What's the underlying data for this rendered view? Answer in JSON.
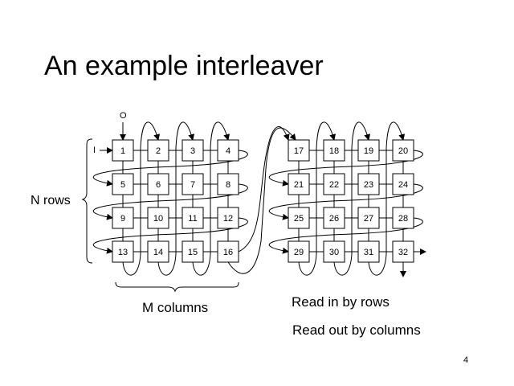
{
  "slide": {
    "title": "An example interleaver",
    "page_number": "4"
  },
  "labels": {
    "output": "O",
    "input": "I",
    "n_rows": "N rows",
    "m_columns": "M columns",
    "read_in": "Read in by rows",
    "read_out": "Read out by columns"
  },
  "grids": [
    {
      "name": "first-block",
      "rows": [
        [
          "1",
          "2",
          "3",
          "4"
        ],
        [
          "5",
          "6",
          "7",
          "8"
        ],
        [
          "9",
          "10",
          "11",
          "12"
        ],
        [
          "13",
          "14",
          "15",
          "16"
        ]
      ]
    },
    {
      "name": "second-block",
      "rows": [
        [
          "17",
          "18",
          "19",
          "20"
        ],
        [
          "21",
          "22",
          "23",
          "24"
        ],
        [
          "25",
          "26",
          "27",
          "28"
        ],
        [
          "29",
          "30",
          "31",
          "32"
        ]
      ]
    }
  ]
}
